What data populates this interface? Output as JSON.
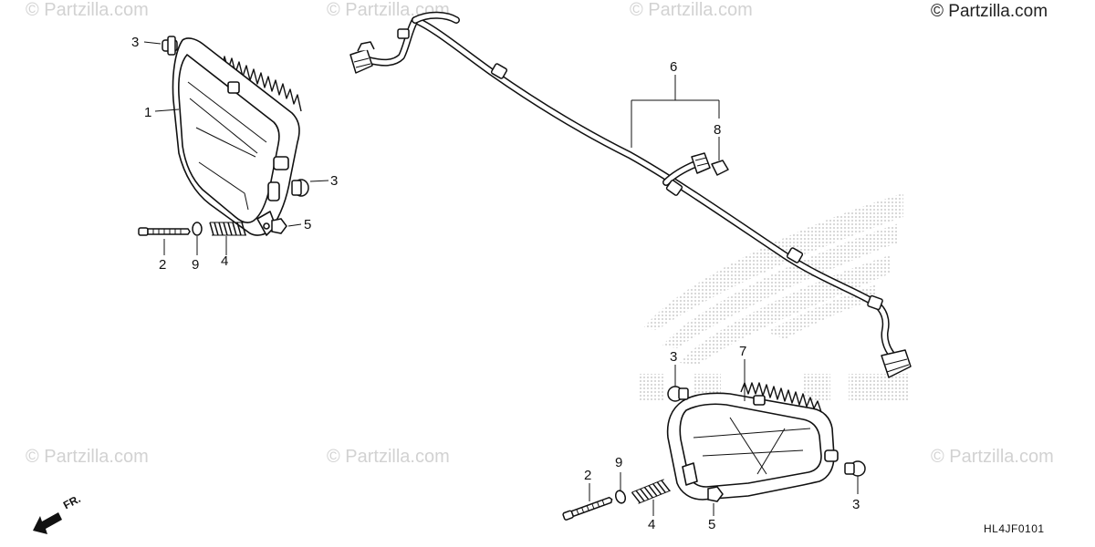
{
  "watermark_text": "© Partzilla.com",
  "copyright_text": "© Partzilla.com",
  "diagram_code": "HL4JF0101",
  "direction_label": "FR.",
  "colors": {
    "line": "#111111",
    "watermark": "#d2d2d2",
    "logo_dots": "#bdbdbd"
  },
  "callouts": {
    "c1": "1",
    "c2a": "2",
    "c3a": "3",
    "c3b": "3",
    "c4a": "4",
    "c5a": "5",
    "c9a": "9",
    "c6": "6",
    "c8": "8",
    "c7": "7",
    "c3c": "3",
    "c3d": "3",
    "c2b": "2",
    "c9b": "9",
    "c4b": "4",
    "c5b": "5"
  }
}
